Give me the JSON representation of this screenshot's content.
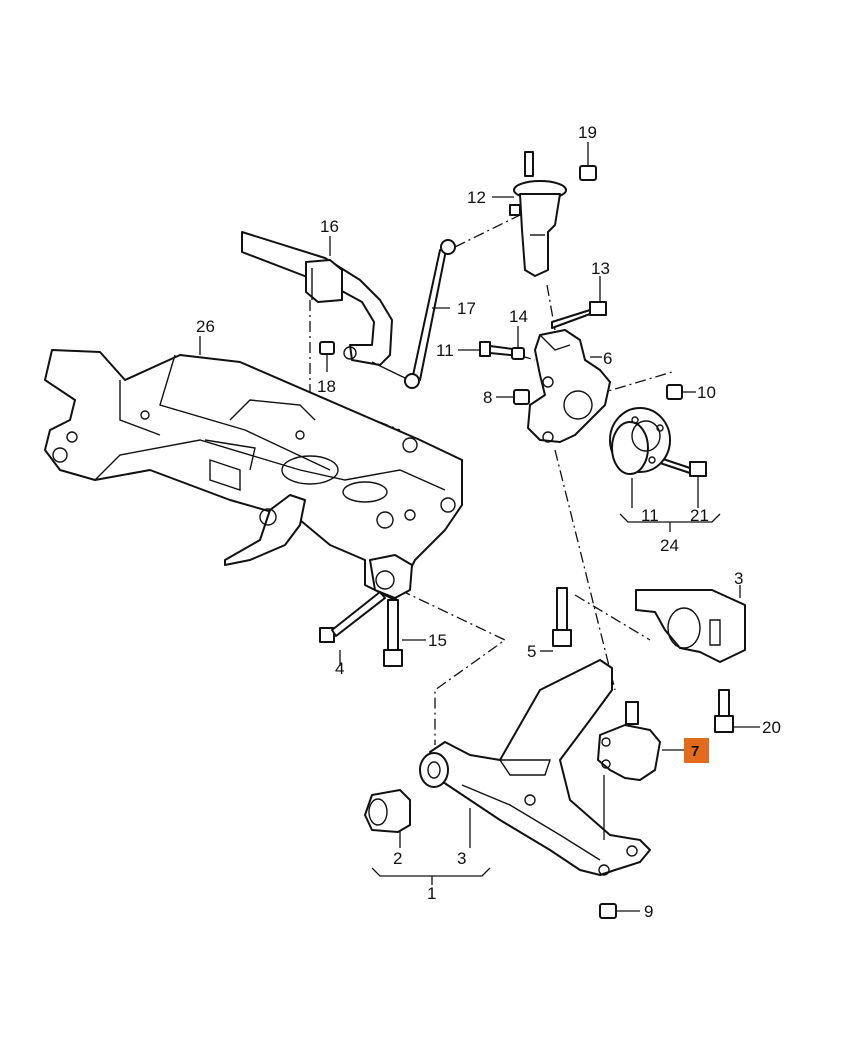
{
  "colors": {
    "line": "#111111",
    "background": "#ffffff",
    "highlight": "#e36c1c"
  },
  "callouts": {
    "c1": "1",
    "c2": "2",
    "c3_arm": "3",
    "c3_bush": "3",
    "c4": "4",
    "c5": "5",
    "c6": "6",
    "c7": "7",
    "c8": "8",
    "c9": "9",
    "c10": "10",
    "c11_bolt": "11",
    "c11_hub": "11",
    "c12": "12",
    "c13": "13",
    "c14": "14",
    "c15": "15",
    "c16": "16",
    "c17": "17",
    "c18": "18",
    "c19": "19",
    "c20": "20",
    "c21": "21",
    "c24": "24",
    "c26": "26"
  },
  "highlighted_callout": "7"
}
